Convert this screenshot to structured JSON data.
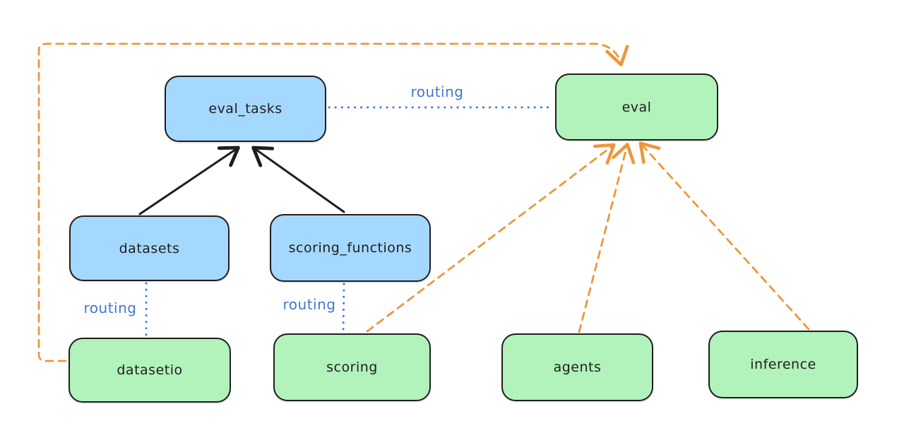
{
  "diagram": {
    "background": "#ffffff",
    "colors": {
      "blue_node_fill": "#a5d8ff",
      "green_node_fill": "#b2f2bb",
      "node_stroke": "#1e1e1e",
      "routing_blue": "#4277cf",
      "orange_dashed": "#ec973b",
      "solid_arrow_black": "#1e1e1e"
    },
    "nodes": {
      "eval_tasks": {
        "label": "eval_tasks",
        "fill": "blue"
      },
      "eval": {
        "label": "eval",
        "fill": "green"
      },
      "datasets": {
        "label": "datasets",
        "fill": "blue"
      },
      "scoring_functions": {
        "label": "scoring_functions",
        "fill": "blue"
      },
      "datasetio": {
        "label": "datasetio",
        "fill": "green"
      },
      "scoring": {
        "label": "scoring",
        "fill": "green"
      },
      "agents": {
        "label": "agents",
        "fill": "green"
      },
      "inference": {
        "label": "inference",
        "fill": "green"
      }
    },
    "edge_labels": {
      "routing_top": "routing",
      "routing_datasets": "routing",
      "routing_scoring": "routing"
    },
    "edges": [
      {
        "from": "datasets",
        "to": "eval_tasks",
        "style": "solid-arrow",
        "color": "black"
      },
      {
        "from": "scoring_functions",
        "to": "eval_tasks",
        "style": "solid-arrow",
        "color": "black"
      },
      {
        "from": "eval_tasks",
        "to": "eval",
        "style": "dotted",
        "color": "blue",
        "label": "routing"
      },
      {
        "from": "datasets",
        "to": "datasetio",
        "style": "dotted",
        "color": "blue",
        "label": "routing"
      },
      {
        "from": "scoring_functions",
        "to": "scoring",
        "style": "dotted",
        "color": "blue",
        "label": "routing"
      },
      {
        "from": "datasetio",
        "to": "eval",
        "style": "dashed-arrow",
        "color": "orange"
      },
      {
        "from": "scoring",
        "to": "eval",
        "style": "dashed-arrow",
        "color": "orange"
      },
      {
        "from": "agents",
        "to": "eval",
        "style": "dashed-arrow",
        "color": "orange"
      },
      {
        "from": "inference",
        "to": "eval",
        "style": "dashed-arrow",
        "color": "orange"
      }
    ]
  }
}
